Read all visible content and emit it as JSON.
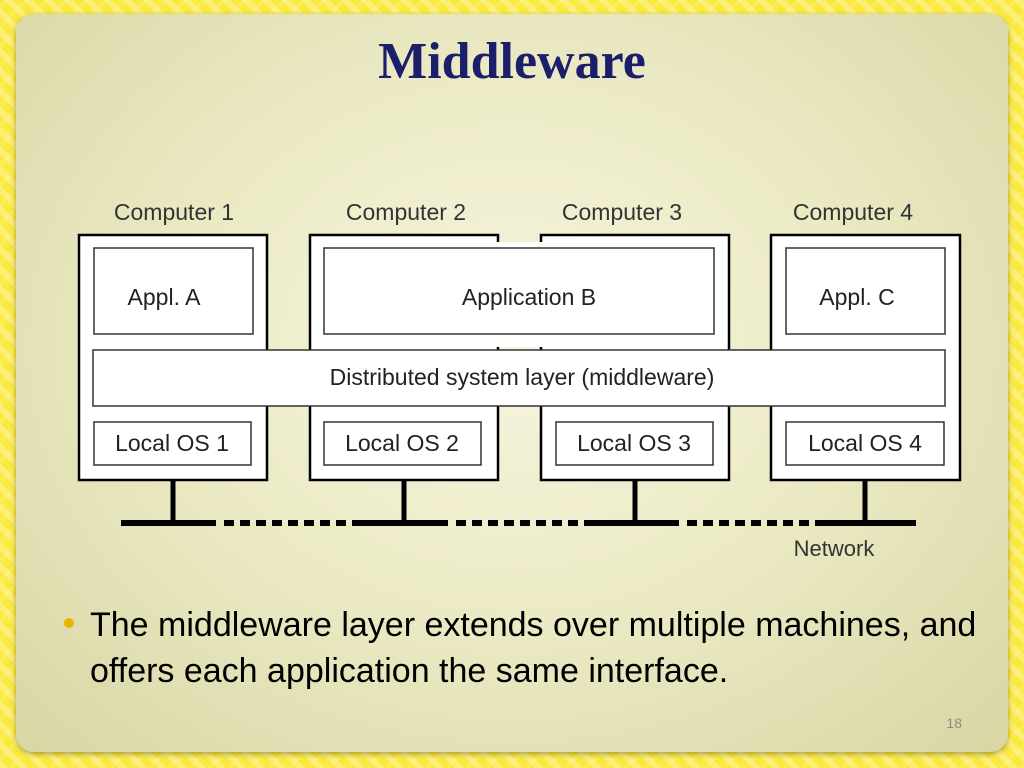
{
  "slide": {
    "title": "Middleware",
    "bullet": "The middleware layer extends over multiple machines, and offers each  application the same interface.",
    "page_number": "18"
  },
  "diagram": {
    "computers": [
      "Computer 1",
      "Computer 2",
      "Computer 3",
      "Computer 4"
    ],
    "applications": [
      "Appl. A",
      "Application B",
      "Appl. C"
    ],
    "middleware": "Distributed system layer (middleware)",
    "local_os": [
      "Local OS 1",
      "Local OS 2",
      "Local OS 3",
      "Local OS 4"
    ],
    "network": "Network"
  },
  "colors": {
    "title": "#1b1f6b",
    "bullet": "#e9b400",
    "frame": "#fbe93f"
  }
}
